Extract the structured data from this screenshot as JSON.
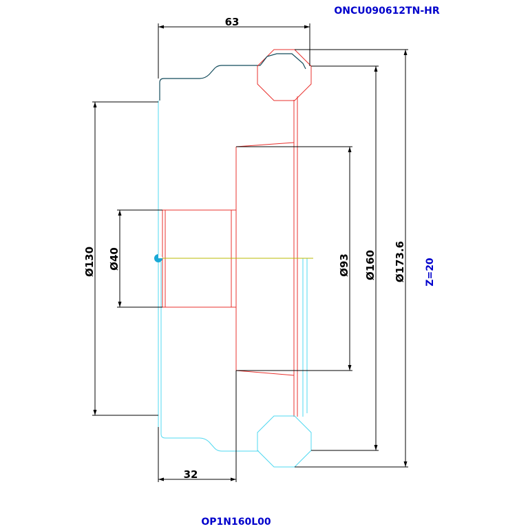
{
  "header": {
    "insert_code": "ONCU090612TN-HR"
  },
  "footer": {
    "part_code": "OP1N160L00"
  },
  "teeth": {
    "label": "Z=20"
  },
  "dimensions": {
    "width_top": "63",
    "width_bottom": "32",
    "dia_130": "Ø130",
    "dia_40": "Ø40",
    "dia_93": "Ø93",
    "dia_160": "Ø160",
    "dia_173": "Ø173.6"
  },
  "colors": {
    "profile": "#e8302c",
    "mirror": "#4fd8f0",
    "outline": "#114a5a",
    "annotation": "#0000cc"
  }
}
